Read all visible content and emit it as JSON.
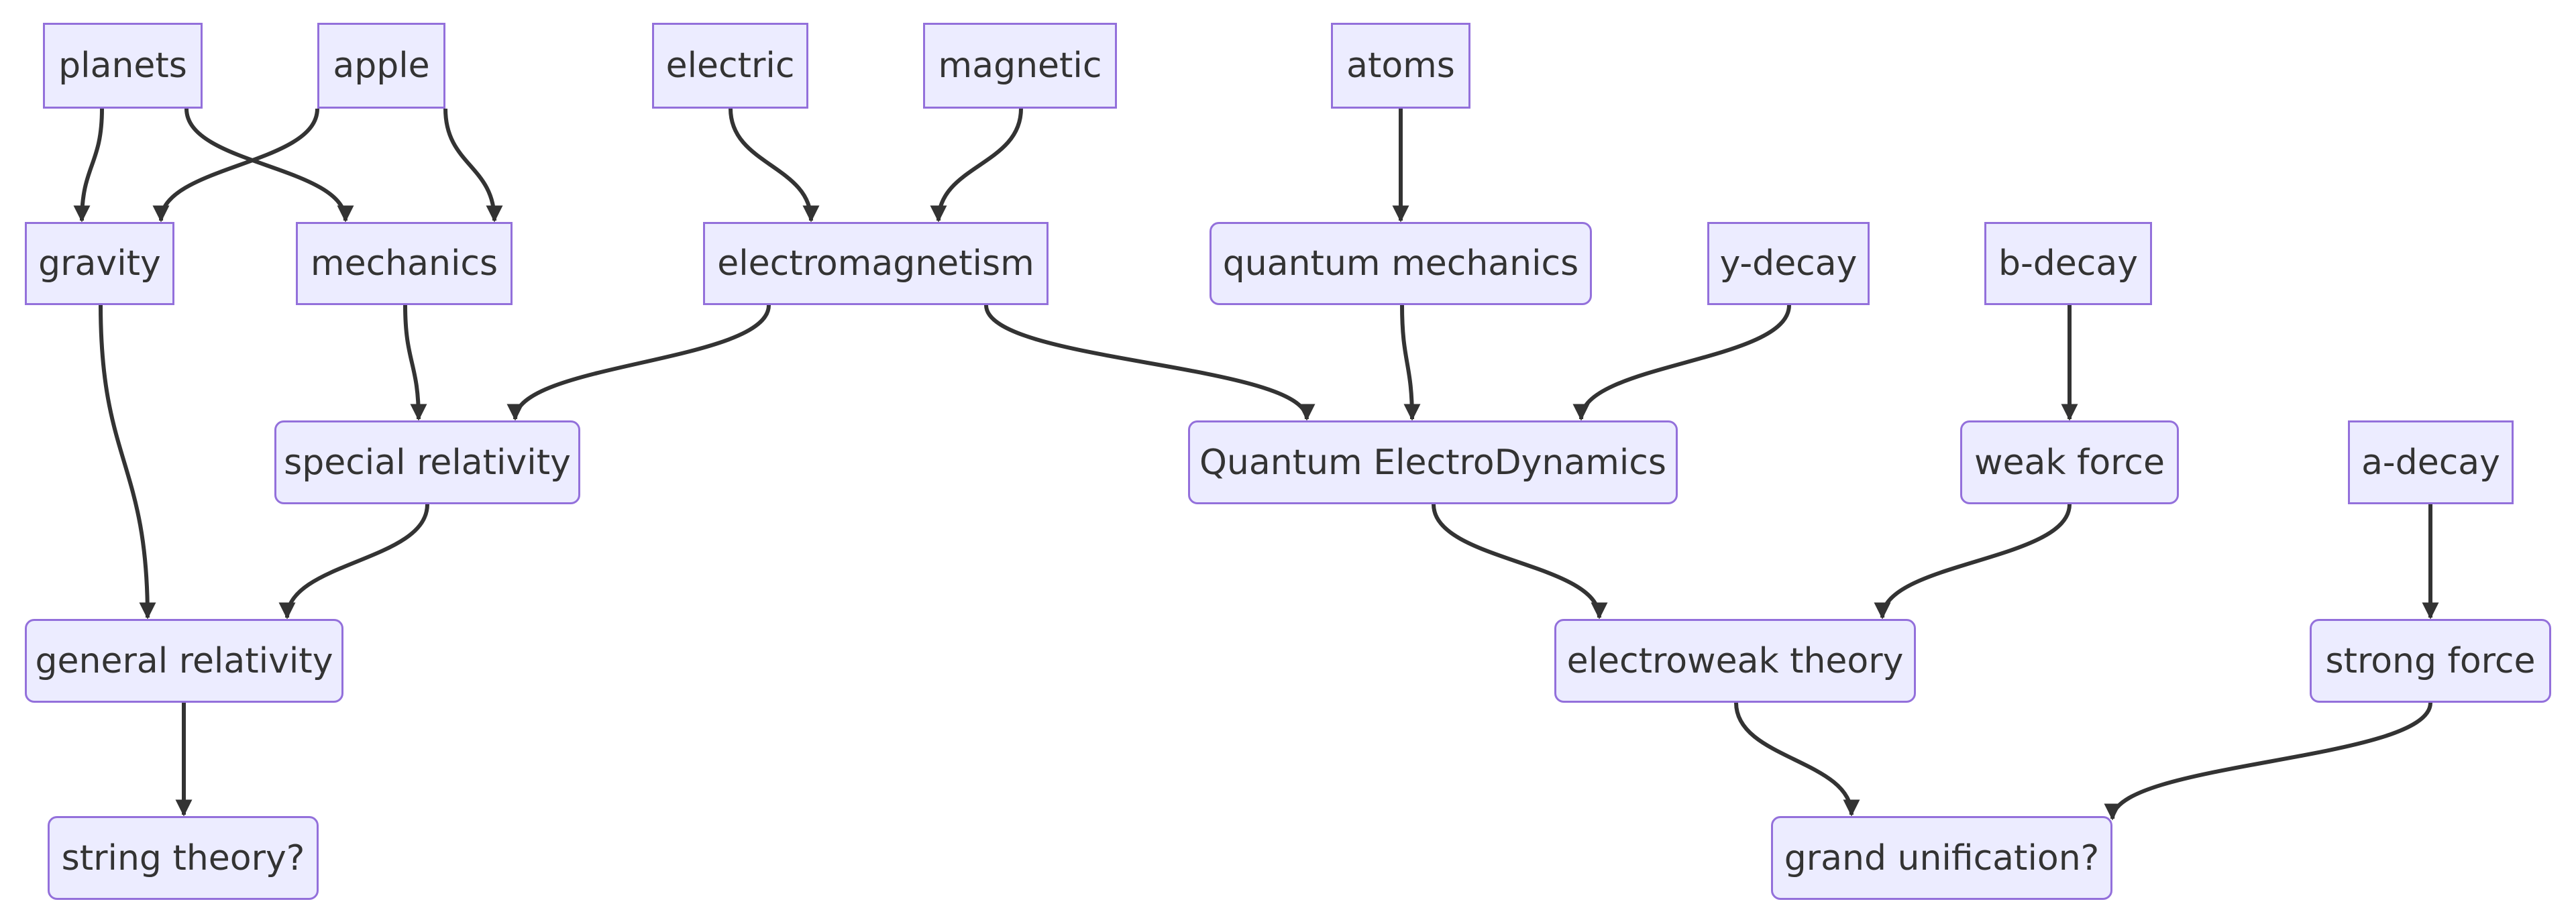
{
  "diagram": {
    "type": "flowchart",
    "direction": "top-down",
    "colors": {
      "node_fill": "#ececff",
      "node_border": "#9370db",
      "edge": "#333333",
      "text": "#333333",
      "background": "#ffffff"
    },
    "nodes": [
      {
        "id": "planets",
        "label": "planets",
        "shape": "rect"
      },
      {
        "id": "apple",
        "label": "apple",
        "shape": "rect"
      },
      {
        "id": "electric",
        "label": "electric",
        "shape": "rect"
      },
      {
        "id": "magnetic",
        "label": "magnetic",
        "shape": "rect"
      },
      {
        "id": "atoms",
        "label": "atoms",
        "shape": "rect"
      },
      {
        "id": "gravity",
        "label": "gravity",
        "shape": "rect"
      },
      {
        "id": "mechanics",
        "label": "mechanics",
        "shape": "rect"
      },
      {
        "id": "electromagnetism",
        "label": "electromagnetism",
        "shape": "rect"
      },
      {
        "id": "quantum_mechanics",
        "label": "quantum mechanics",
        "shape": "round"
      },
      {
        "id": "y_decay",
        "label": "y-decay",
        "shape": "rect"
      },
      {
        "id": "b_decay",
        "label": "b-decay",
        "shape": "rect"
      },
      {
        "id": "special_relativity",
        "label": "special relativity",
        "shape": "round"
      },
      {
        "id": "qed",
        "label": "Quantum ElectroDynamics",
        "shape": "round"
      },
      {
        "id": "weak_force",
        "label": "weak force",
        "shape": "round"
      },
      {
        "id": "a_decay",
        "label": "a-decay",
        "shape": "rect"
      },
      {
        "id": "general_relativity",
        "label": "general relativity",
        "shape": "round"
      },
      {
        "id": "electroweak_theory",
        "label": "electroweak theory",
        "shape": "round"
      },
      {
        "id": "strong_force",
        "label": "strong force",
        "shape": "round"
      },
      {
        "id": "string_theory",
        "label": "string theory?",
        "shape": "round"
      },
      {
        "id": "grand_unification",
        "label": "grand unification?",
        "shape": "round"
      }
    ],
    "edges": [
      {
        "from": "planets",
        "to": "gravity"
      },
      {
        "from": "planets",
        "to": "mechanics"
      },
      {
        "from": "apple",
        "to": "gravity"
      },
      {
        "from": "apple",
        "to": "mechanics"
      },
      {
        "from": "electric",
        "to": "electromagnetism"
      },
      {
        "from": "magnetic",
        "to": "electromagnetism"
      },
      {
        "from": "atoms",
        "to": "quantum_mechanics"
      },
      {
        "from": "gravity",
        "to": "general_relativity"
      },
      {
        "from": "mechanics",
        "to": "special_relativity"
      },
      {
        "from": "electromagnetism",
        "to": "special_relativity"
      },
      {
        "from": "electromagnetism",
        "to": "qed"
      },
      {
        "from": "quantum_mechanics",
        "to": "qed"
      },
      {
        "from": "y_decay",
        "to": "qed"
      },
      {
        "from": "b_decay",
        "to": "weak_force"
      },
      {
        "from": "special_relativity",
        "to": "general_relativity"
      },
      {
        "from": "qed",
        "to": "electroweak_theory"
      },
      {
        "from": "weak_force",
        "to": "electroweak_theory"
      },
      {
        "from": "a_decay",
        "to": "strong_force"
      },
      {
        "from": "general_relativity",
        "to": "string_theory"
      },
      {
        "from": "electroweak_theory",
        "to": "grand_unification"
      },
      {
        "from": "strong_force",
        "to": "grand_unification"
      }
    ]
  }
}
